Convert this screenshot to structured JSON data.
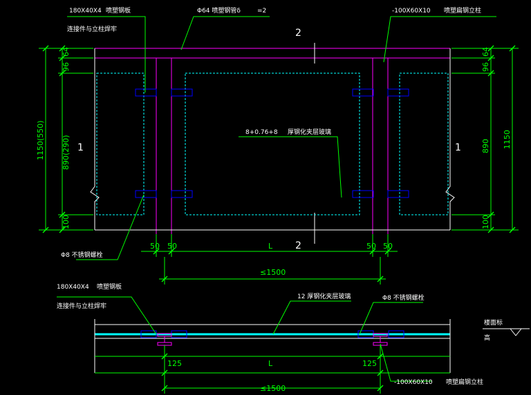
{
  "labels": {
    "plate_top": "180X40X4",
    "plate_top_cn": "喷塑钢板",
    "connector_top": "连接件与立柱焊牢",
    "tube_top": "Φ64 喷塑钢管δ",
    "tube_eq": "=2",
    "flat_steel_top": "-100X60X10",
    "flat_steel_top_cn": "喷塑扁钢立柱",
    "section_2_top": "2",
    "section_2_bottom": "2",
    "section_1_left": "1",
    "section_1_right": "1",
    "glass_spec": "8+0.76+8",
    "glass_cn": "厚钢化夹层玻璃",
    "bolt_left": "Φ8 不锈钢螺栓",
    "plate_bot": "180X40X4",
    "plate_bot_cn": "喷塑钢板",
    "connector_bot": "连接件与立柱焊牢",
    "glass_bot": "12 厚钢化夹层玻璃",
    "bolt_bot": "Φ8 不锈钢螺栓",
    "floor_level_1": "楼面标",
    "floor_level_2": "高",
    "flat_steel_bot": "-100X60X10",
    "flat_steel_bot_cn": "喷塑扁钢立柱"
  },
  "dims": {
    "left_96": "96",
    "left_64": "64",
    "left_890": "890(290)",
    "left_100": "100",
    "left_1150": "1150(550)",
    "right_96": "96",
    "right_64": "64",
    "right_890": "890",
    "right_100": "100",
    "right_1150": "1150",
    "d50a": "50",
    "d50b": "50",
    "dL": "L",
    "d50c": "50",
    "d50d": "50",
    "d1500": "≤1500",
    "b125a": "125",
    "bL": "L",
    "b125b": "125",
    "b1500": "≤1500"
  },
  "colors": {
    "background": "#000000",
    "magenta": "#ff00ff",
    "white": "#ffffff",
    "green": "#00ff00",
    "cyan": "#00ffff",
    "blue": "#0000ff",
    "yellow": "#ffff00"
  }
}
